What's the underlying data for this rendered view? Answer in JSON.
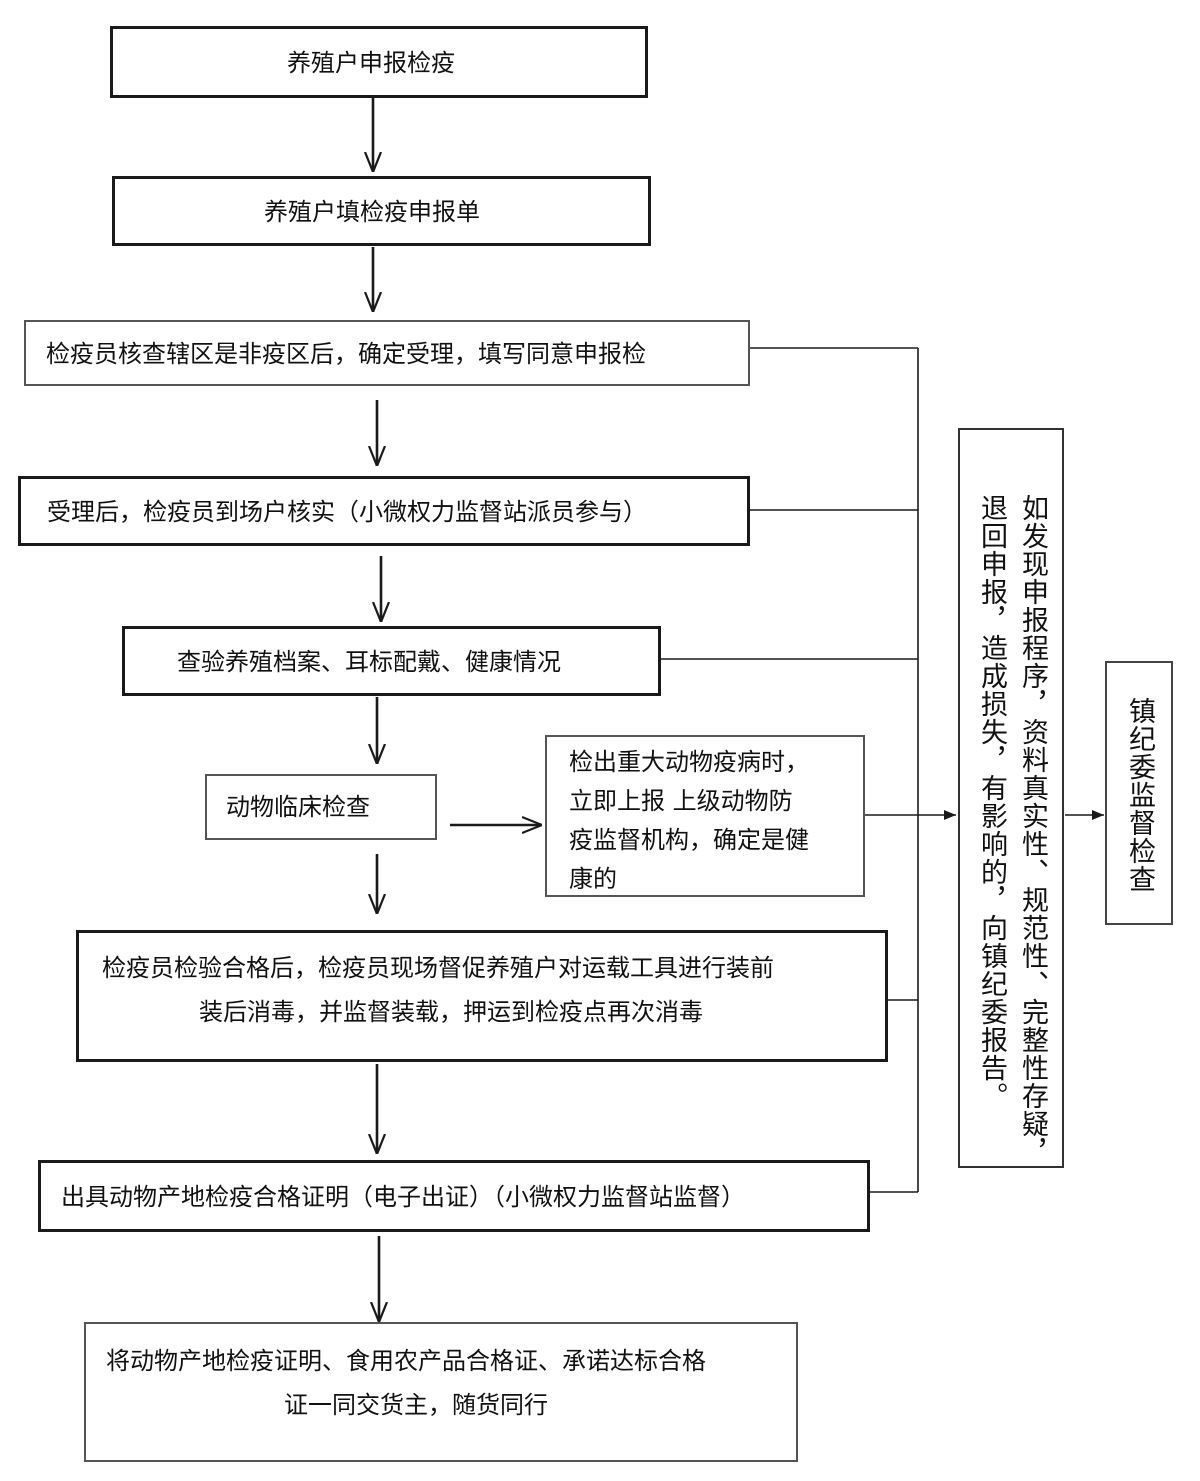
{
  "steps": {
    "s1": "养殖户申报检疫",
    "s2": "养殖户填检疫申报单",
    "s3": "检疫员核查辖区是非疫区后，确定受理，填写同意申报检",
    "s4": "受理后，检疫员到场户核实（小微权力监督站派员参与）",
    "s5": "查验养殖档案、耳标配戴、健康情况",
    "s6": "动物临床检查",
    "s7_lines": [
      "检疫员检验合格后，检疫员现场督促养殖户对运载工具进行装前",
      "装后消毒，并监督装载，押运到检疫点再次消毒"
    ],
    "s8": "出具动物产地检疫合格证明（电子出证）（小微权力监督站监督）",
    "s9_lines": [
      "将动物产地检疫证明、食用农产品合格证、承诺达标合格",
      "证一同交货主，随货同行"
    ]
  },
  "side": {
    "disease_lines": [
      "检出重大动物疫病时，",
      "立即上报 上级动物防",
      "疫监督机构，确定是健",
      "康的"
    ],
    "report_cols": [
      "如发现申报程序，资料真实性、规范性、完整性存疑，",
      "退回申报，造成损失，有影响的，向镇纪委报告。"
    ],
    "supervision": "镇纪委监督检查"
  }
}
